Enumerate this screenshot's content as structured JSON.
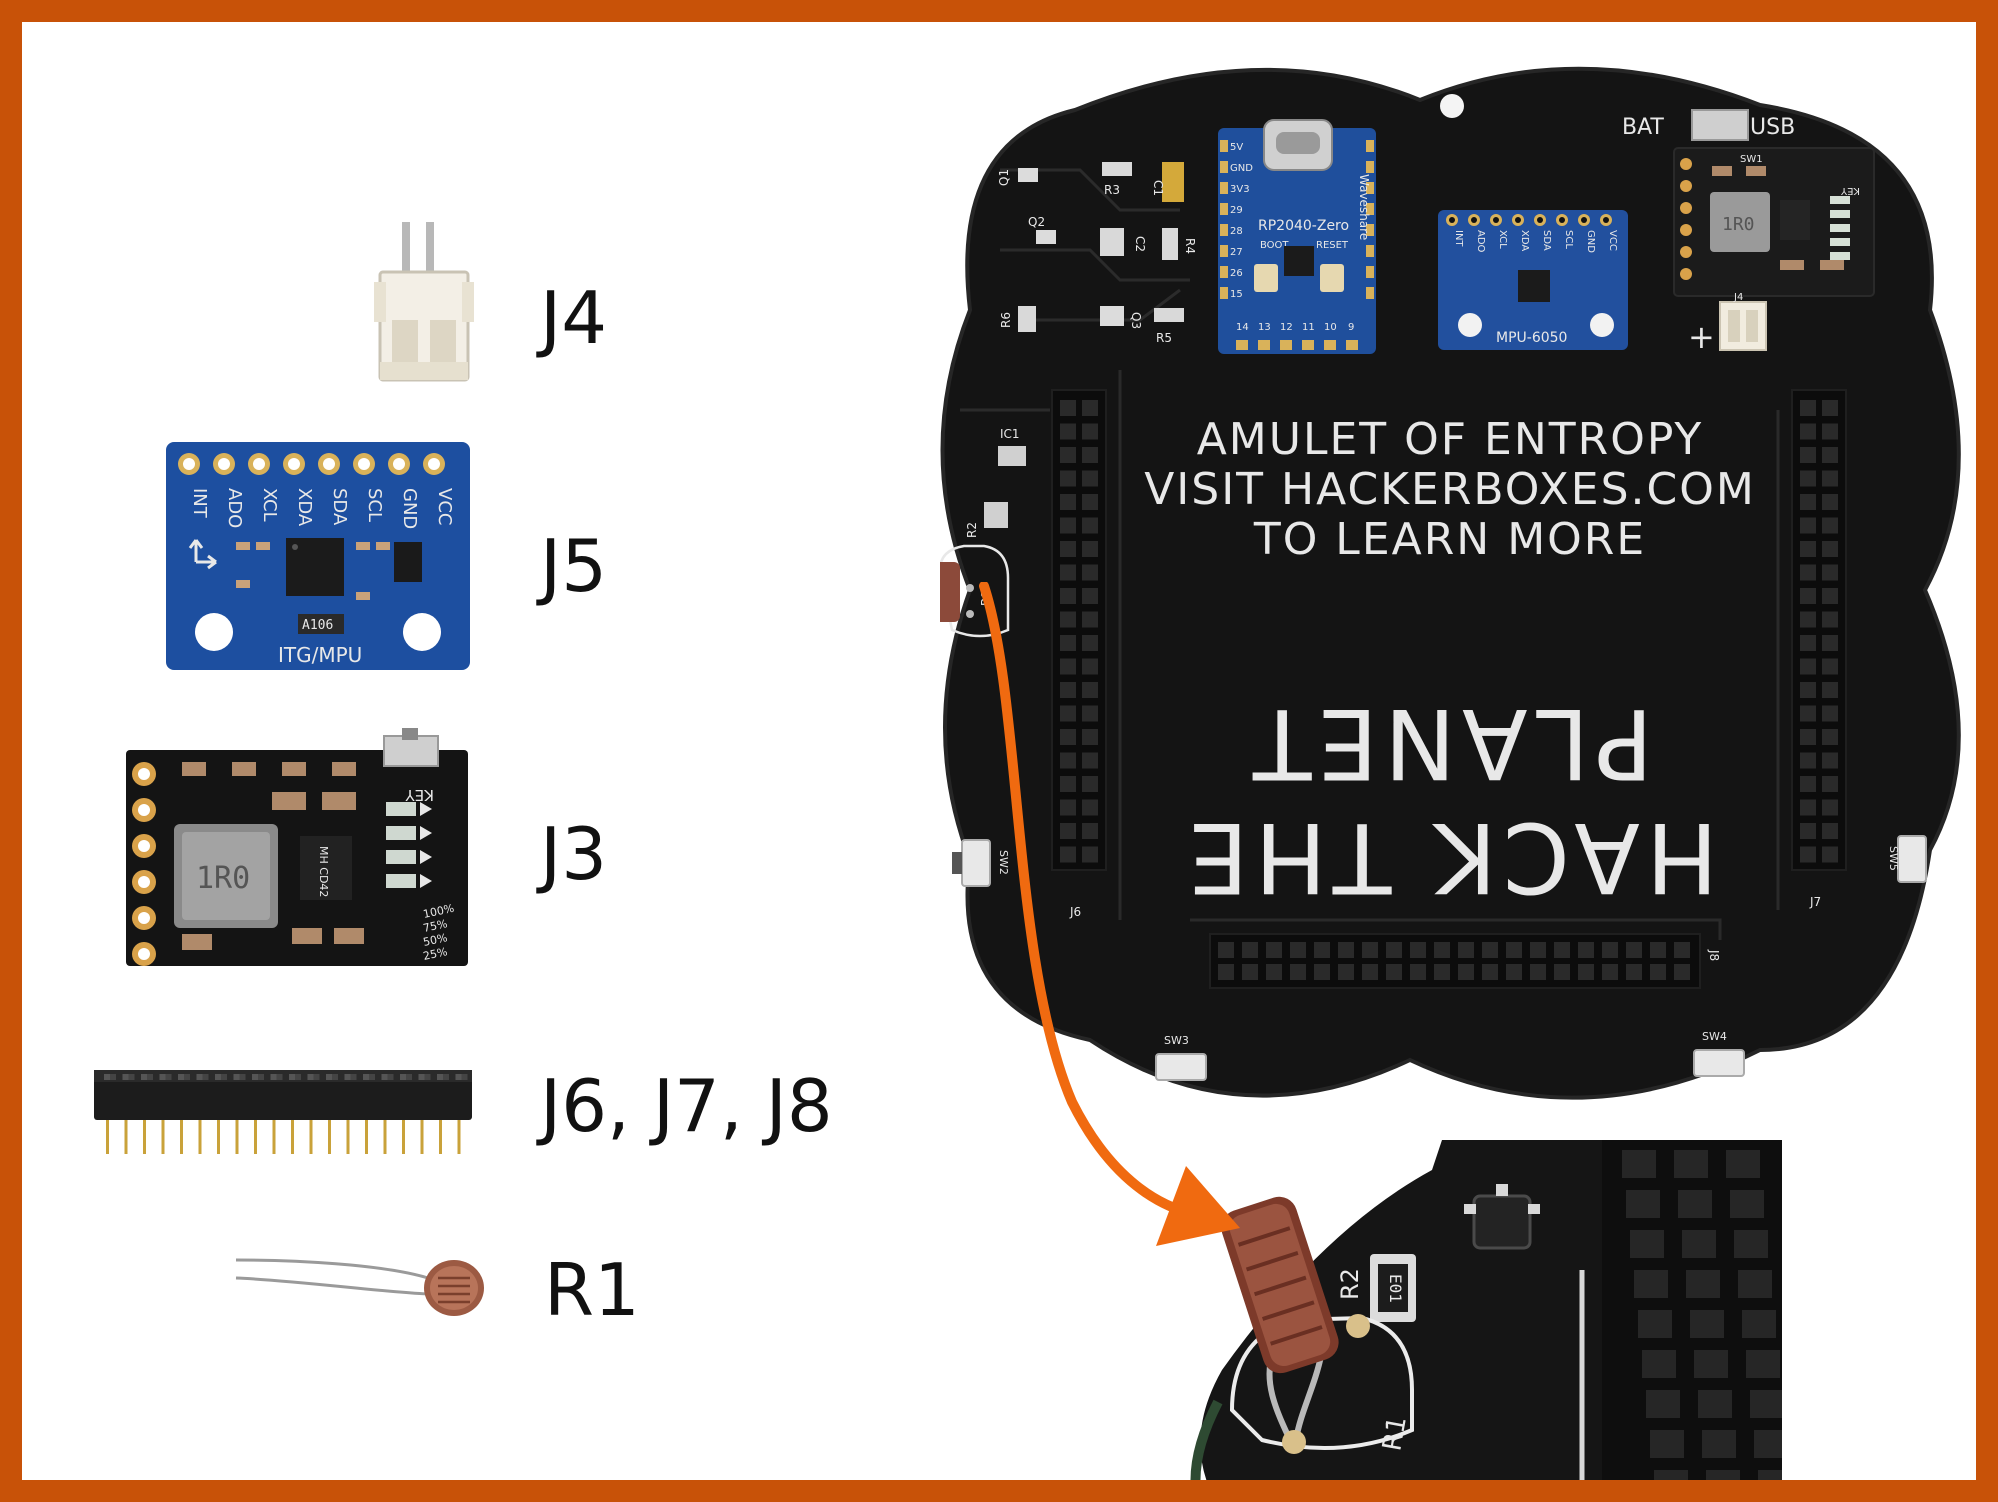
{
  "colors": {
    "frame": "#c85208",
    "pcb_black": "#141414",
    "module_blue": "#1d4fa0",
    "arrow": "#f06a10",
    "silkscreen": "#e8e8e8"
  },
  "parts": [
    {
      "id": "j4",
      "label": "J4",
      "icon": "jst-connector-icon"
    },
    {
      "id": "j5",
      "label": "J5",
      "icon": "mpu6050-module-icon"
    },
    {
      "id": "j3",
      "label": "J3",
      "icon": "charger-module-icon"
    },
    {
      "id": "j678",
      "label": "J6, J7, J8",
      "icon": "header-socket-icon"
    },
    {
      "id": "r1",
      "label": "R1",
      "icon": "photoresistor-icon"
    }
  ],
  "modules": {
    "mpu": {
      "pins": [
        "INT",
        "ADO",
        "XCL",
        "XDA",
        "SDA",
        "SCL",
        "GND",
        "VCC"
      ],
      "footer": "ITG/MPU",
      "chip": "A106"
    },
    "charger": {
      "key": "KEY",
      "inductor": "1R0",
      "chip": "MH CD42",
      "levels": [
        "100%",
        "75%",
        "50%",
        "25%"
      ]
    }
  },
  "board": {
    "switch_labels": {
      "left": "BAT",
      "right": "USB"
    },
    "rp2040": {
      "name": "RP2040-Zero",
      "vendor": "Waveshare",
      "pins_left": [
        "5V",
        "GND",
        "3V3",
        "29",
        "28",
        "27",
        "26",
        "15"
      ],
      "pins_bottom": [
        "14",
        "13",
        "12",
        "11",
        "10",
        "9"
      ],
      "buttons": [
        "BOOT",
        "RESET"
      ]
    },
    "mpu_name": "MPU-6050",
    "mpu_pins": [
      "INT",
      "ADO",
      "XCL",
      "XDA",
      "SDA",
      "SCL",
      "GND",
      "VCC"
    ],
    "charger_key": "KEY",
    "charger_inductor": "1R0",
    "sw1": "SW1",
    "j4": "J4",
    "plus": "+",
    "ic1": "IC1",
    "r2": "R2",
    "r1": "R1",
    "q1": "Q1",
    "q2": "Q2",
    "q3": "Q3",
    "r3": "R3",
    "r4": "R4",
    "r5": "R5",
    "r6": "R6",
    "c1": "C1",
    "c2": "C2",
    "text_lines": [
      "AMULET OF ENTROPY",
      "VISIT HACKERBOXES.COM",
      "TO LEARN MORE"
    ],
    "slogan_1": "PLANET",
    "slogan_2": "HACK THE",
    "j6": "J6",
    "j7": "J7",
    "j8": "J8",
    "sw2": "SW2",
    "sw3": "SW3",
    "sw4": "SW4",
    "sw5": "SW5"
  },
  "closeup": {
    "r2": "R2",
    "r2_code": "E01",
    "r1": "R1"
  }
}
